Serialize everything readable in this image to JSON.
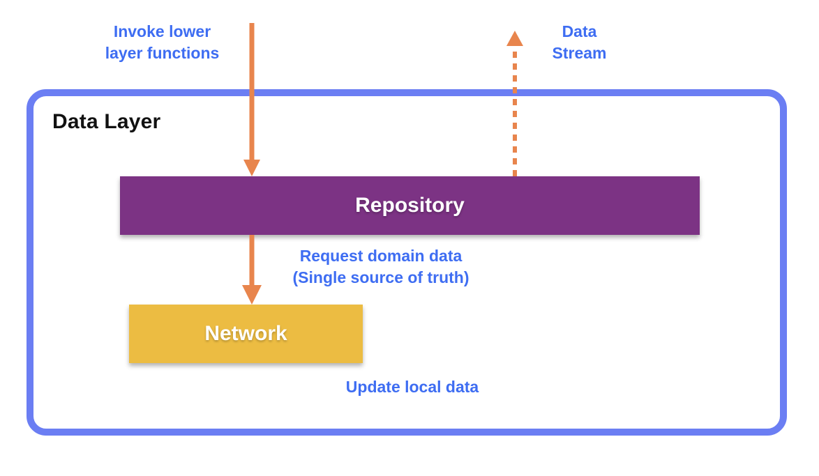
{
  "colors": {
    "background": "#ffffff",
    "border_blue": "#6b7ef3",
    "label_blue": "#3e6df2",
    "arrow_orange": "#e8854d",
    "repository_purple": "#7c3384",
    "network_yellow": "#ecbc42",
    "box_text_white": "#ffffff",
    "title_black": "#111111"
  },
  "container": {
    "label": "Data Layer"
  },
  "nodes": {
    "repository": {
      "label": "Repository"
    },
    "network": {
      "label": "Network"
    }
  },
  "annotations": {
    "invoke_lower": "Invoke lower\nlayer functions",
    "data_stream": "Data\nStream",
    "request_domain": "Request domain data\n(Single source of truth)",
    "update_local": "Update local data"
  },
  "arrows": [
    {
      "name": "invoke-arrow",
      "style": "solid",
      "direction": "down",
      "from": "outside-top",
      "to": "repository",
      "label": "Invoke lower layer functions"
    },
    {
      "name": "request-arrow",
      "style": "solid",
      "direction": "down",
      "from": "repository",
      "to": "network",
      "label": "Request domain data (Single source of truth)"
    },
    {
      "name": "data-stream-arrow",
      "style": "dashed",
      "direction": "up",
      "from": "repository",
      "to": "outside-top",
      "label": "Data Stream"
    }
  ]
}
